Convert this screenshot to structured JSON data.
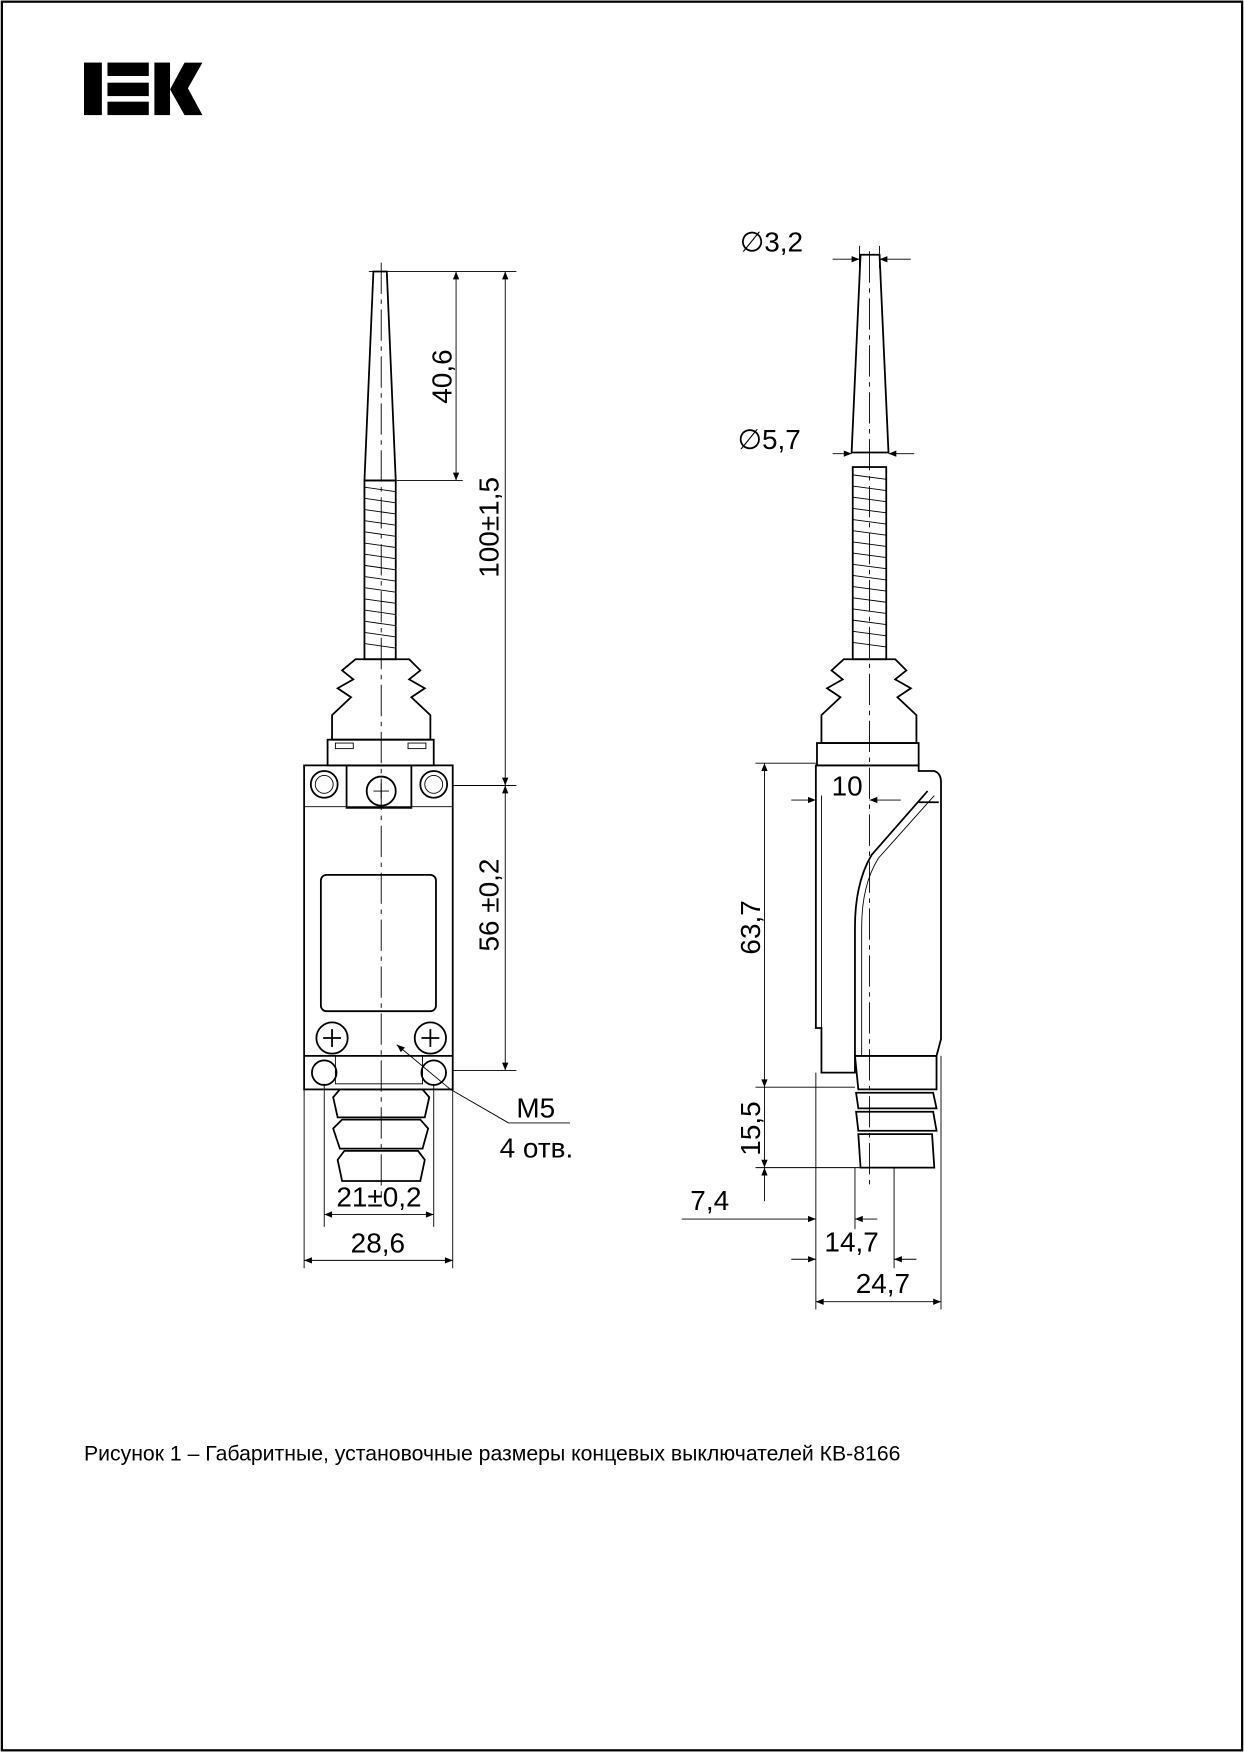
{
  "logo": {
    "text": "IEK"
  },
  "front_view": {
    "dimensions": {
      "rod_length": "40,6",
      "total_height": "100±1,5",
      "mount_spacing_vertical": "56 ±0,2",
      "thread": "M5",
      "holes": "4 отв.",
      "mount_spacing_horizontal": "21±0,2",
      "body_width": "28,6"
    }
  },
  "side_view": {
    "dimensions": {
      "rod_tip_diameter": "∅3,2",
      "rod_base_diameter": "∅5,7",
      "offset_top": "10",
      "body_height": "63,7",
      "plunger_height": "15,5",
      "offset_left": "7,4",
      "plunger_offset": "14,7",
      "body_depth": "24,7"
    }
  },
  "caption": "Рисунок 1 – Габаритные, установочные размеры концевых выключателей КВ-8166"
}
